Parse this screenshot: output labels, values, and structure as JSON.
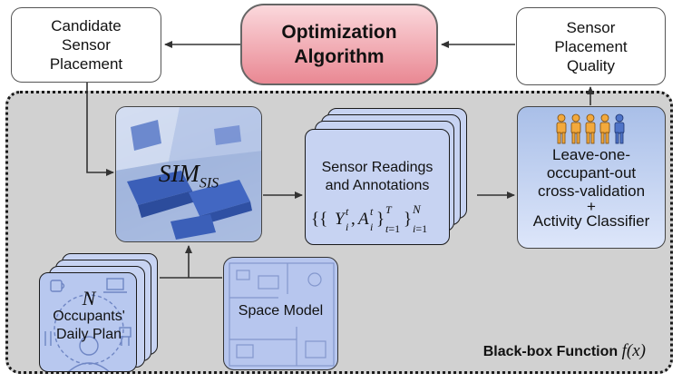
{
  "optimizer": {
    "line1": "Optimization",
    "line2": "Algorithm"
  },
  "candidate": {
    "line1": "Candidate",
    "line2": "Sensor",
    "line3": "Placement"
  },
  "quality": {
    "line1": "Sensor",
    "line2": "Placement",
    "line3": "Quality"
  },
  "simulator": {
    "main": "SIM",
    "sub": "SIS"
  },
  "readings": {
    "line1": "Sensor Readings",
    "line2": "and Annotations"
  },
  "validation": {
    "line1": "Leave-one-",
    "line2": "occupant-out",
    "line3": "cross-validation",
    "line4": "+",
    "line5": "Activity Classifier"
  },
  "occupants": {
    "symbol": "N",
    "line1": "Occupants'",
    "line2": "Daily Plan"
  },
  "space_model": {
    "label": "Space Model"
  },
  "black_box": {
    "label": "Black-box Function",
    "fx": "f(x)"
  },
  "colors": {
    "optimizer_fill": "#e98893",
    "panel_fill": "#c7d3f2",
    "black_box_fill": "#d1d1d1",
    "person_orange": "#f3a93c",
    "person_blue": "#4f74c8"
  },
  "icons": [
    "person-icon",
    "laptop-icon",
    "coffee-cup-icon",
    "fork-knife-icon",
    "chair-icon"
  ]
}
